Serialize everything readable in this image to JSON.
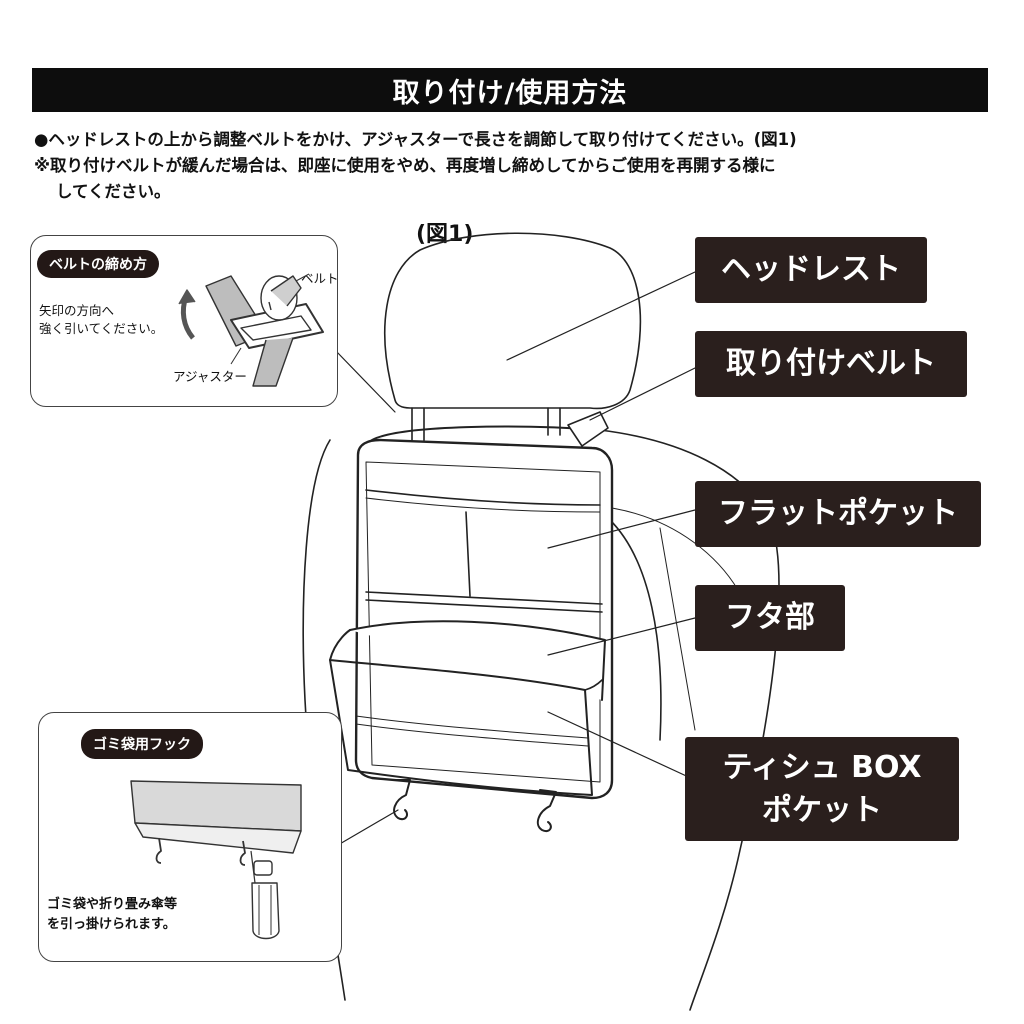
{
  "header": {
    "title": "取り付け/使用方法"
  },
  "instructions": [
    "●ヘッドレストの上から調整ベルトをかけ、アジャスターで長さを調節して取り付けてください。(図1)",
    "※取り付けベルトが緩んだ場合は、即座に使用をやめ、再度増し締めしてからご使用を再開する様に",
    "してください。"
  ],
  "figure_label": "(図1)",
  "belt_callout": {
    "pill": "ベルトの締め方",
    "note_line1": "矢印の方向へ",
    "note_line2": "強く引いてください。",
    "belt_label": "ベルト",
    "adjuster_label": "アジャスター"
  },
  "hook_callout": {
    "pill": "ゴミ袋用フック",
    "note_line1": "ゴミ袋や折り畳み傘等",
    "note_line2": "を引っ掛けられます。"
  },
  "parts": {
    "headrest": "ヘッドレスト",
    "belt": "取り付けベルト",
    "flat_pocket": "フラットポケット",
    "lid": "フタ部",
    "tissue_line1": "ティシュ BOX",
    "tissue_line2": "ポケット"
  }
}
